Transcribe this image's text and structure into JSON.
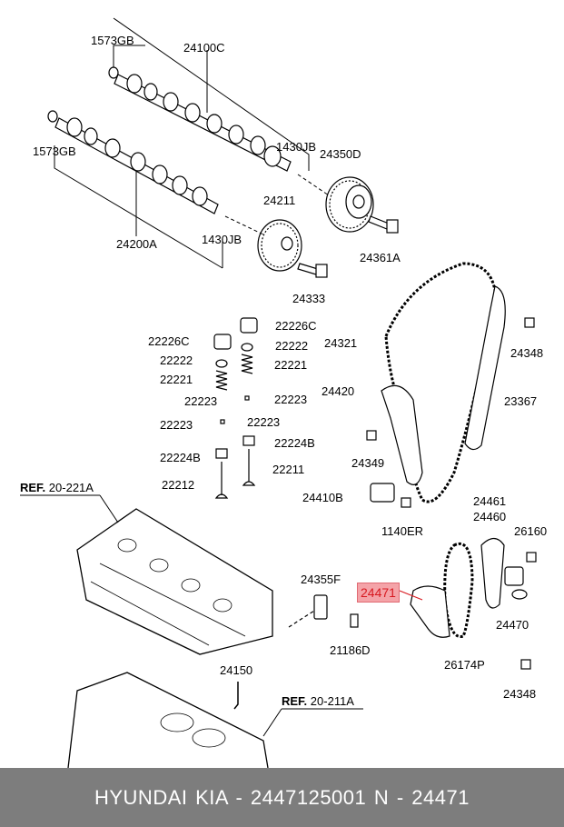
{
  "labels": {
    "l_1573GB_a": "1573GB",
    "l_24100C": "24100C",
    "l_1430JB_a": "1430JB",
    "l_24350D": "24350D",
    "l_1573GB_b": "1573GB",
    "l_24211": "24211",
    "l_24200A": "24200A",
    "l_1430JB_b": "1430JB",
    "l_24361A": "24361A",
    "l_24333": "24333",
    "l_22226C_a": "22226C",
    "l_22226C_b": "22226C",
    "l_22222_a": "22222",
    "l_22222_b": "22222",
    "l_22221_a": "22221",
    "l_22221_b": "22221",
    "l_22223_a": "22223",
    "l_22223_b": "22223",
    "l_22223_c": "22223",
    "l_22223_d": "22223",
    "l_22224B_a": "22224B",
    "l_22224B_b": "22224B",
    "l_22212": "22212",
    "l_22211": "22211",
    "l_24321": "24321",
    "l_24348_a": "24348",
    "l_24420": "24420",
    "l_23367": "23367",
    "l_24349": "24349",
    "l_24410B": "24410B",
    "l_1140ER": "1140ER",
    "l_24461": "24461",
    "l_24460": "24460",
    "l_26160": "26160",
    "l_24355F": "24355F",
    "l_24470": "24470",
    "l_21186D": "21186D",
    "l_26174P": "26174P",
    "l_24150": "24150",
    "l_24348_b": "24348"
  },
  "highlight": {
    "label": "24471",
    "color": "#d71920"
  },
  "refs": {
    "ref_a": {
      "prefix": "REF.",
      "code": "20-221A"
    },
    "ref_b": {
      "prefix": "REF.",
      "code": "20-211A"
    }
  },
  "footer": {
    "text": "HYUNDAI  KIA - 2447125001      N - 24471"
  }
}
